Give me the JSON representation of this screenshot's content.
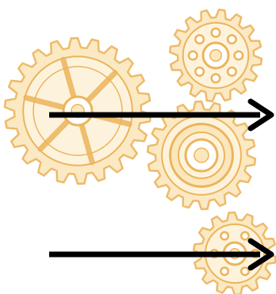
{
  "palette": {
    "background": "#ffffff",
    "gear_stroke": "#ecb45a",
    "gear_fill": "#fbe7bd",
    "gear_light": "#fdf3dd",
    "arrow": "#000000"
  },
  "gears": [
    {
      "name": "large-gear-left",
      "style": "spoked",
      "teeth": 22,
      "spokes": 6
    },
    {
      "name": "small-gear-top-right",
      "style": "holed",
      "teeth": 16,
      "holes": 8
    },
    {
      "name": "medium-gear-center",
      "style": "plain",
      "teeth": 18
    },
    {
      "name": "small-gear-bottom-right",
      "style": "holed",
      "teeth": 14,
      "holes": 6
    }
  ],
  "arrows": [
    {
      "name": "upper-arrow-right",
      "direction": "right"
    },
    {
      "name": "lower-arrow-right",
      "direction": "right"
    }
  ]
}
